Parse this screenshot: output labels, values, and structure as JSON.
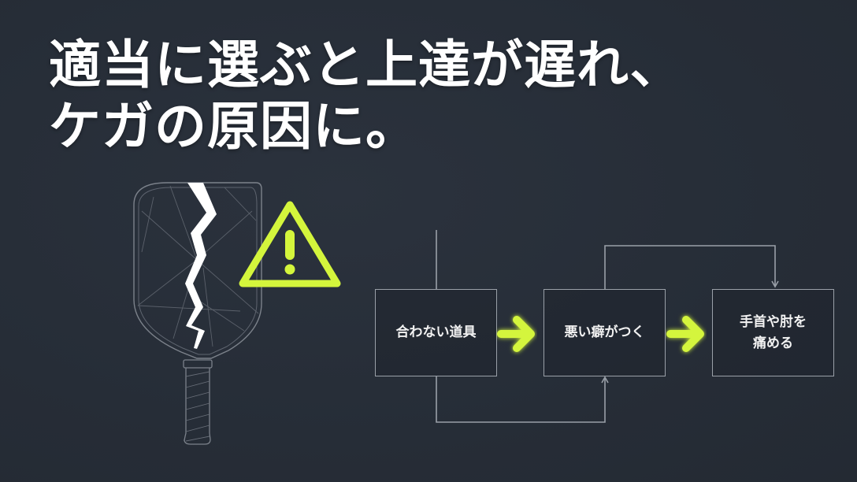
{
  "slide": {
    "background_color": "#272e38",
    "accent_color": "#d4f53c",
    "line_color": "#9aa0a8"
  },
  "headline": {
    "line1": "適当に選ぶと上達が遅れ、",
    "line2": "ケガの原因に。"
  },
  "illustration": {
    "paddle_icon": "broken-pickleball-paddle",
    "warning_icon": "warning-triangle-exclamation"
  },
  "flow": {
    "steps": [
      {
        "label": "合わない道具"
      },
      {
        "label": "悪い癖がつく"
      },
      {
        "label": "手首や肘を\n痛める"
      }
    ],
    "arrows": [
      "arrow-right",
      "arrow-right"
    ]
  }
}
